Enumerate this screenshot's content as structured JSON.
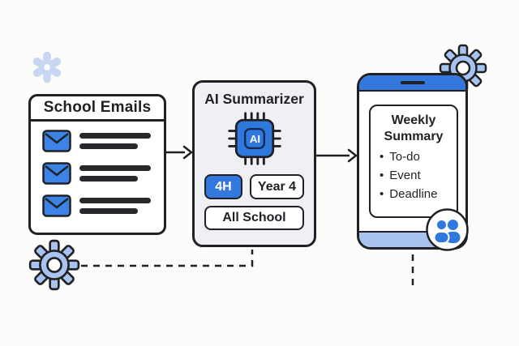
{
  "colors": {
    "ink": "#1f2125",
    "blue": "#3478de",
    "light_blue": "#a8c3ee",
    "pale_blue": "#c7d6f1",
    "panel_gray": "#eef0f3",
    "background": "#fcfcfa"
  },
  "email_panel": {
    "title": "School Emails",
    "rows": [
      {
        "icon": "envelope-icon",
        "redacted_lines": 2
      },
      {
        "icon": "envelope-icon",
        "redacted_lines": 2
      },
      {
        "icon": "envelope-icon",
        "redacted_lines": 2
      }
    ]
  },
  "summarizer_panel": {
    "title": "AI Summarizer",
    "chip_label": "AI",
    "tags": {
      "primary": "4H",
      "secondary": "Year 4",
      "tertiary": "All School"
    }
  },
  "phone": {
    "card_title": "Weekly Summary",
    "bullets": [
      "To-do",
      "Event",
      "Deadline"
    ]
  },
  "icons": {
    "sparkle": "sparkle-icon",
    "gear_top_right": "gear-icon",
    "gear_bottom_left": "gear-icon",
    "envelope": "envelope-icon",
    "chip": "ai-chip-icon",
    "people": "people-icon"
  }
}
